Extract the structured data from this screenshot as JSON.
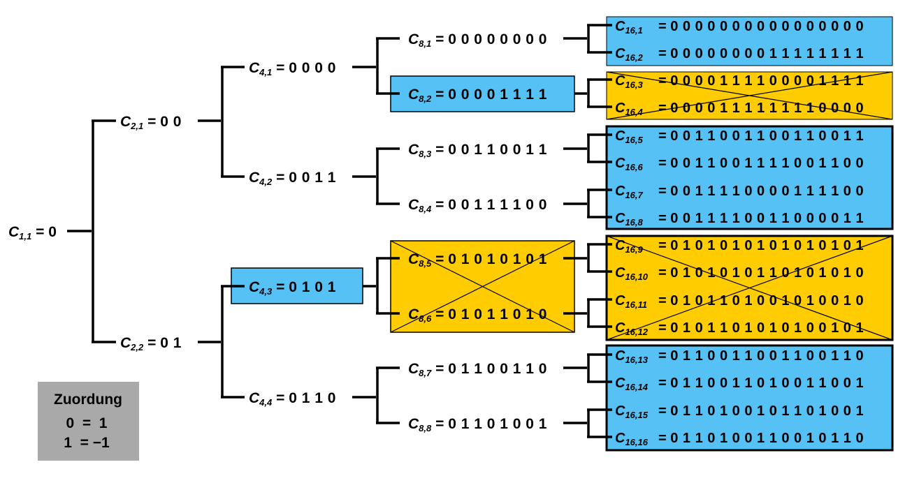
{
  "nodes": {
    "c1_1": {
      "base": "C",
      "sub": "1,1",
      "value": "0"
    },
    "c2_1": {
      "base": "C",
      "sub": "2,1",
      "value": "0 0"
    },
    "c2_2": {
      "base": "C",
      "sub": "2,2",
      "value": "0 1"
    },
    "c4_1": {
      "base": "C",
      "sub": "4,1",
      "value": "0 0 0 0"
    },
    "c4_2": {
      "base": "C",
      "sub": "4,2",
      "value": "0 0 1 1"
    },
    "c4_3": {
      "base": "C",
      "sub": "4,3",
      "value": "0 1 0 1"
    },
    "c4_4": {
      "base": "C",
      "sub": "4,4",
      "value": "0 1 1 0"
    },
    "c8_1": {
      "base": "C",
      "sub": "8,1",
      "value": "0 0 0 0 0 0 0 0"
    },
    "c8_2": {
      "base": "C",
      "sub": "8,2",
      "value": "0 0 0 0 1 1 1 1"
    },
    "c8_3": {
      "base": "C",
      "sub": "8,3",
      "value": "0 0 1 1 0 0 1 1"
    },
    "c8_4": {
      "base": "C",
      "sub": "8,4",
      "value": "0 0 1 1 1 1 0 0"
    },
    "c8_5": {
      "base": "C",
      "sub": "8,5",
      "value": "0 1 0 1 0 1 0 1"
    },
    "c8_6": {
      "base": "C",
      "sub": "8,6",
      "value": "0 1 0 1 1 0 1 0"
    },
    "c8_7": {
      "base": "C",
      "sub": "8,7",
      "value": "0 1 1 0 0 1 1 0"
    },
    "c8_8": {
      "base": "C",
      "sub": "8,8",
      "value": "0 1 1 0 1 0 0 1"
    },
    "c16_1": {
      "base": "C",
      "sub": "16,1",
      "value": "0 0 0 0 0 0 0 0 0 0 0 0 0 0 0 0"
    },
    "c16_2": {
      "base": "C",
      "sub": "16,2",
      "value": "0 0 0 0 0 0 0 0 1 1 1 1 1 1 1 1"
    },
    "c16_3": {
      "base": "C",
      "sub": "16,3",
      "value": "0 0 0 0 1 1 1 1 0 0 0 0 1 1 1 1"
    },
    "c16_4": {
      "base": "C",
      "sub": "16,4",
      "value": "0 0 0 0 1 1 1 1 1 1 1 1 0 0 0 0"
    },
    "c16_5": {
      "base": "C",
      "sub": "16,5",
      "value": "0 0 1 1 0 0 1 1 0 0 1 1 0 0 1 1"
    },
    "c16_6": {
      "base": "C",
      "sub": "16,6",
      "value": "0 0 1 1 0 0 1 1 1 1 0 0 1 1 0 0"
    },
    "c16_7": {
      "base": "C",
      "sub": "16,7",
      "value": "0 0 1 1 1 1 0 0 0 0 1 1 1 1 0 0"
    },
    "c16_8": {
      "base": "C",
      "sub": "16,8",
      "value": "0 0 1 1 1 1 0 0 1 1 0 0 0 0 1 1"
    },
    "c16_9": {
      "base": "C",
      "sub": "16,9",
      "value": "0 1 0 1 0 1 0 1 0 1 0 1 0 1 0 1"
    },
    "c16_10": {
      "base": "C",
      "sub": "16,10",
      "value": "0 1 0 1 0 1 0 1 1 0 1 0 1 0 1 0"
    },
    "c16_11": {
      "base": "C",
      "sub": "16,11",
      "value": "0 1 0 1 1 0 1 0 0 1 0 1 0 0 1 0"
    },
    "c16_12": {
      "base": "C",
      "sub": "16,12",
      "value": "0 1 0 1 1 0 1 0 1 0 1 0 0 1 0 1"
    },
    "c16_13": {
      "base": "C",
      "sub": "16,13",
      "value": "0 1 1 0 0 1 1 0 0 1 1 0 0 1 1 0"
    },
    "c16_14": {
      "base": "C",
      "sub": "16,14",
      "value": "0 1 1 0 0 1 1 0 1 0 0 1 1 0 0 1"
    },
    "c16_15": {
      "base": "C",
      "sub": "16,15",
      "value": "0 1 1 0 1 0 0 1 0 1 1 0 1 0 0 1"
    },
    "c16_16": {
      "base": "C",
      "sub": "16,16",
      "value": "0 1 1 0 1 0 0 1 1 0 0 1 0 1 1 0"
    }
  },
  "legend": {
    "title": "Zuordung",
    "line1": "0  =  1",
    "line2": "1  = −1"
  },
  "colors": {
    "blue": "#55c1f5",
    "yellow": "#ffcc00",
    "line": "#000000"
  }
}
